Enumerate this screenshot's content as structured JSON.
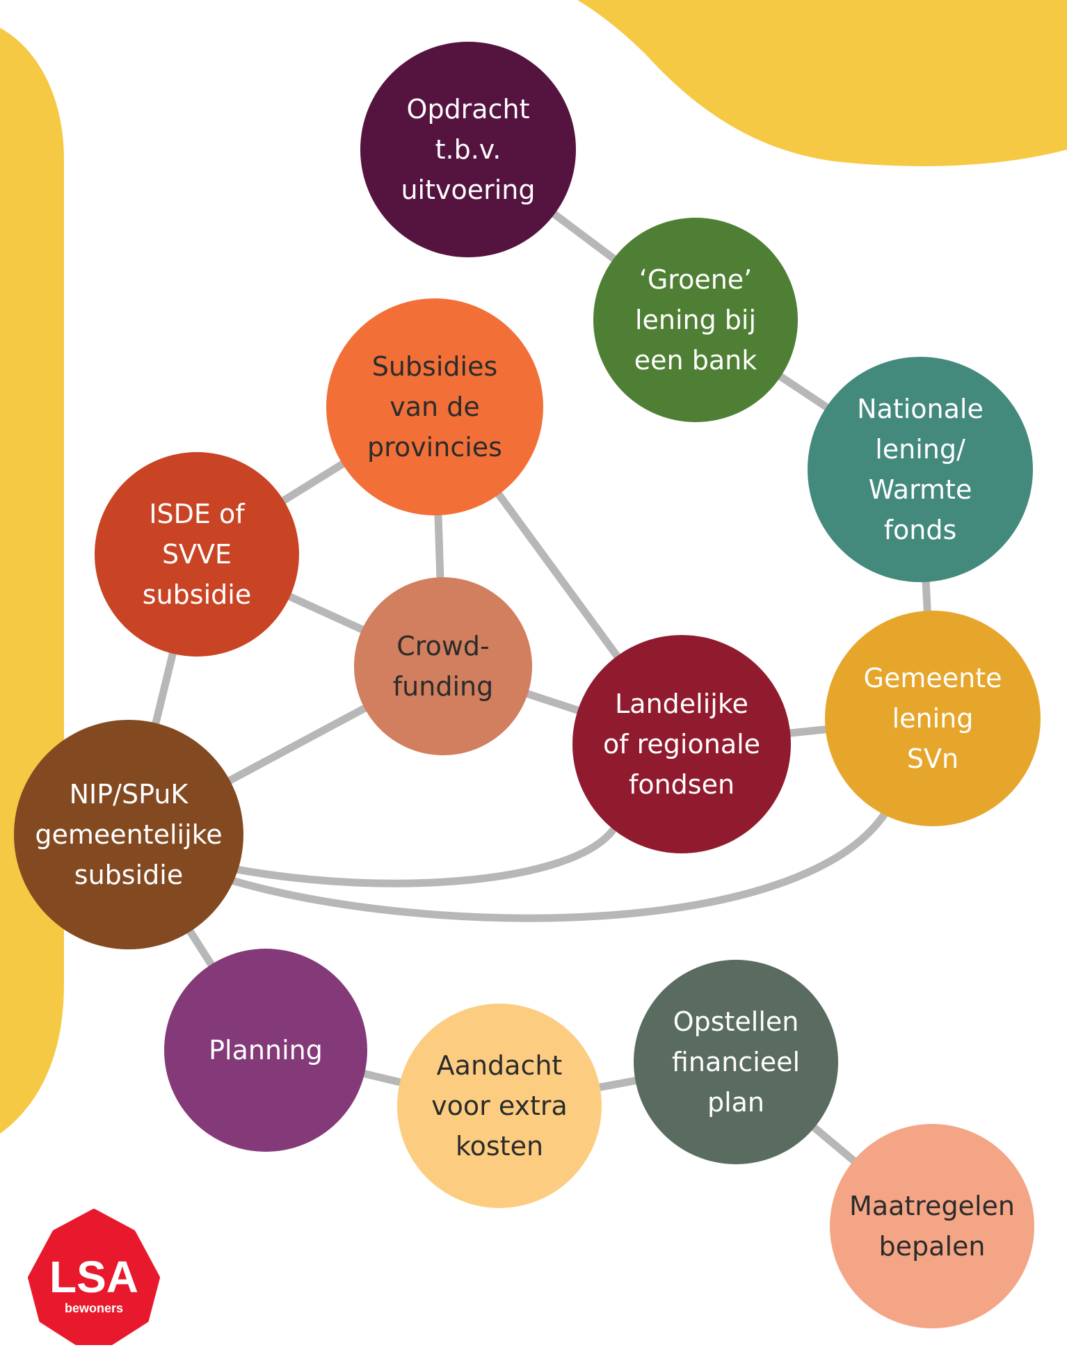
{
  "colors": {
    "background": "#ffffff",
    "accent_yellow": "#f6c944",
    "edge_gray": "#b7b7b7",
    "logo_red": "#e8192c"
  },
  "nodes": [
    {
      "id": "opdracht",
      "lines": [
        "Opdracht",
        "t.b.v.",
        "uitvoering"
      ],
      "color": "#55133f",
      "text": "light"
    },
    {
      "id": "groene",
      "lines": [
        "‘Groene’",
        "lening bij",
        "een bank"
      ],
      "color": "#4f7f34",
      "text": "light"
    },
    {
      "id": "nationale",
      "lines": [
        "Nationale",
        "lening/",
        "Warmte",
        "fonds"
      ],
      "color": "#438a7d",
      "text": "light"
    },
    {
      "id": "subsidies",
      "lines": [
        "Subsidies",
        "van de",
        "provincies"
      ],
      "color": "#f26f38",
      "text": "dark"
    },
    {
      "id": "isde",
      "lines": [
        "ISDE of",
        "SVVE",
        "subsidie"
      ],
      "color": "#c94425",
      "text": "light"
    },
    {
      "id": "crowd",
      "lines": [
        "Crowd-",
        "funding"
      ],
      "color": "#d17f5e",
      "text": "dark"
    },
    {
      "id": "landelijke",
      "lines": [
        "Landelijke",
        "of regionale",
        "fondsen"
      ],
      "color": "#911b2e",
      "text": "light"
    },
    {
      "id": "gemeente",
      "lines": [
        "Gemeente",
        "lening",
        "SVn"
      ],
      "color": "#e6a62b",
      "text": "light"
    },
    {
      "id": "nip",
      "lines": [
        "NIP/SPuK",
        "gemeentelijke",
        "subsidie"
      ],
      "color": "#834a22",
      "text": "light"
    },
    {
      "id": "planning",
      "lines": [
        "Planning"
      ],
      "color": "#843979",
      "text": "light"
    },
    {
      "id": "aandacht",
      "lines": [
        "Aandacht",
        "voor extra",
        "kosten"
      ],
      "color": "#fccd81",
      "text": "dark"
    },
    {
      "id": "opstellen",
      "lines": [
        "Opstellen",
        "financieel",
        "plan"
      ],
      "color": "#596c5f",
      "text": "light"
    },
    {
      "id": "maatregelen",
      "lines": [
        "Maatregelen",
        "bepalen"
      ],
      "color": "#f4a586",
      "text": "dark"
    }
  ],
  "edges": [
    [
      "opdracht",
      "groene"
    ],
    [
      "groene",
      "nationale"
    ],
    [
      "nationale",
      "gemeente"
    ],
    [
      "subsidies",
      "isde"
    ],
    [
      "subsidies",
      "crowd"
    ],
    [
      "subsidies",
      "landelijke"
    ],
    [
      "isde",
      "crowd"
    ],
    [
      "isde",
      "nip"
    ],
    [
      "crowd",
      "nip"
    ],
    [
      "crowd",
      "landelijke"
    ],
    [
      "landelijke",
      "gemeente"
    ],
    [
      "nip",
      "landelijke"
    ],
    [
      "nip",
      "gemeente"
    ],
    [
      "nip",
      "planning"
    ],
    [
      "planning",
      "aandacht"
    ],
    [
      "aandacht",
      "opstellen"
    ],
    [
      "opstellen",
      "maatregelen"
    ]
  ],
  "logo": {
    "name": "lsa-logo",
    "main_text": "LSA",
    "sub_text": "bewoners"
  }
}
